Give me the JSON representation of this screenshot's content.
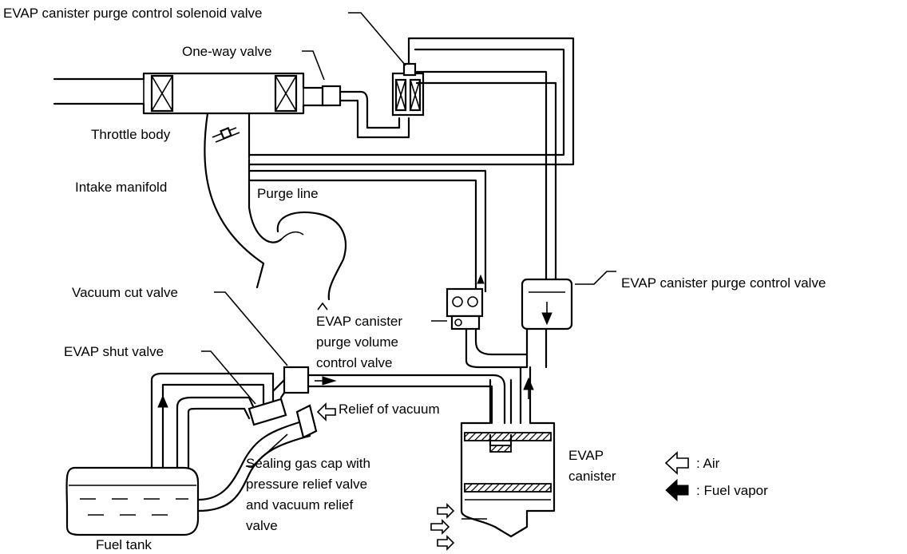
{
  "labels": {
    "solenoid_valve": "EVAP canister purge control solenoid valve",
    "one_way_valve": "One-way valve",
    "throttle_body": "Throttle body",
    "intake_manifold": "Intake manifold",
    "purge_line": "Purge line",
    "purge_control_valve": "EVAP canister purge control valve",
    "vacuum_cut_valve": "Vacuum cut valve",
    "purge_volume_valve_l1": "EVAP canister",
    "purge_volume_valve_l2": "purge volume",
    "purge_volume_valve_l3": "control valve",
    "shut_valve": "EVAP shut valve",
    "relief_of_vacuum": "Relief of vacuum",
    "gas_cap_l1": "Sealing gas cap with",
    "gas_cap_l2": "pressure relief valve",
    "gas_cap_l3": "and vacuum relief",
    "gas_cap_l4": "valve",
    "canister_l1": "EVAP",
    "canister_l2": "canister",
    "fuel_tank": "Fuel tank"
  },
  "legend": {
    "air": ": Air",
    "fuel_vapor": ": Fuel vapor"
  },
  "colors": {
    "line": "#000000",
    "background": "#ffffff"
  }
}
